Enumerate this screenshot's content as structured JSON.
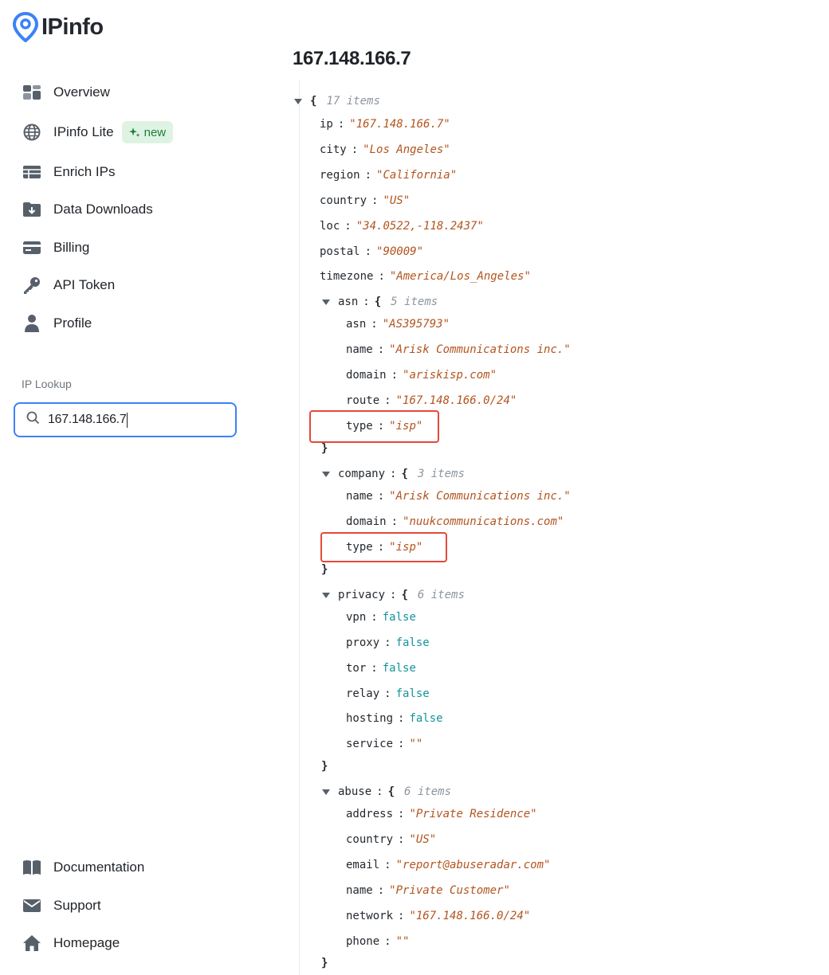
{
  "brand": {
    "name": "IPinfo",
    "color": "#3b82f6"
  },
  "nav": {
    "overview": "Overview",
    "lite": "IPinfo Lite",
    "lite_badge": "new",
    "enrich": "Enrich IPs",
    "downloads": "Data Downloads",
    "billing": "Billing",
    "api_token": "API Token",
    "profile": "Profile"
  },
  "lookup": {
    "section_label": "IP Lookup",
    "value": "167.148.166.7"
  },
  "footer_nav": {
    "docs": "Documentation",
    "support": "Support",
    "home": "Homepage"
  },
  "result": {
    "title": "167.148.166.7",
    "count": "17 items",
    "fields": {
      "ip": "\"167.148.166.7\"",
      "city": "\"Los Angeles\"",
      "region": "\"California\"",
      "country": "\"US\"",
      "loc": "\"34.0522,-118.2437\"",
      "postal": "\"90009\"",
      "timezone": "\"America/Los_Angeles\""
    },
    "asn": {
      "count": "5 items",
      "asn": "\"AS395793\"",
      "name": "\"Arisk Communications inc.\"",
      "domain": "\"ariskisp.com\"",
      "route": "\"167.148.166.0/24\"",
      "type": "\"isp\""
    },
    "company": {
      "count": "3 items",
      "name": "\"Arisk Communications inc.\"",
      "domain": "\"nuukcommunications.com\"",
      "type": "\"isp\""
    },
    "privacy": {
      "count": "6 items",
      "vpn": "false",
      "proxy": "false",
      "tor": "false",
      "relay": "false",
      "hosting": "false",
      "service": "\"\""
    },
    "abuse": {
      "count": "6 items",
      "address": "\"Private Residence\"",
      "country": "\"US\"",
      "email": "\"report@abuseradar.com\"",
      "name": "\"Private Customer\"",
      "network": "\"167.148.166.0/24\"",
      "phone": "\"\""
    }
  },
  "colors": {
    "string": "#b3541e",
    "boolean": "#15949b",
    "highlight": "#e5483b",
    "badge_bg": "#dff3e4"
  }
}
